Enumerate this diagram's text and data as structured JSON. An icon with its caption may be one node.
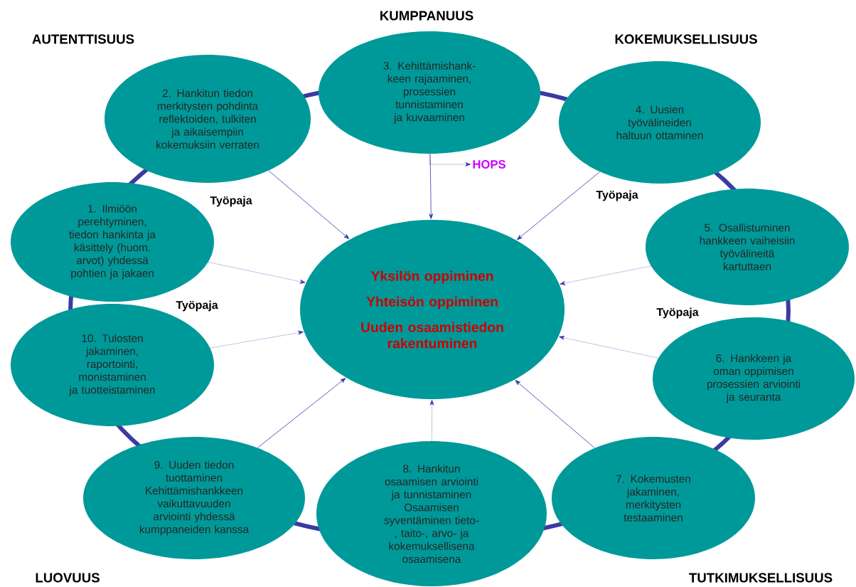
{
  "diagram": {
    "nodes": [
      {
        "text": [
          "1. Ilmiöön perehtyminen, tiedon hankinta ja käsittely (huom. arvot) yhdessä pohtien ja jakaen"
        ]
      },
      {
        "text": [
          "2. Hankitun tiedon merkitysten pohdinta reflektoiden, tulkiten ja aikaisempiin kokemuksiin verraten"
        ]
      },
      {
        "text": [
          "3. Kehittämishank- keen rajaaminen, prosessien tunnistaminen ja kuvaaminen"
        ]
      },
      {
        "text": [
          "4. Uusien työvälineiden haltuun ottaminen"
        ]
      },
      {
        "text": [
          "5. Osallistuminen hankkeen vaiheisiin työvälineitä kartuttaen"
        ]
      },
      {
        "text": [
          "6. Hankkeen ja oman oppimisen prosessien arviointi ja seuranta"
        ]
      },
      {
        "text": [
          "7. Kokemusten jakaminen, merkitysten testaaminen"
        ]
      },
      {
        "text": [
          "8. Hankitun osaamisen arviointi ja tunnistaminen Osaamisen syventäminen tieto-, taito-, arvo- ja kokemuksellisena osaamisena"
        ]
      },
      {
        "text": [
          "9. Uuden tiedon tuottaminen Kehittämishankkeen vaikuttavuuden arviointi yhdessä kumppaneiden kanssa"
        ]
      },
      {
        "text": [
          "10. Tulosten jakaminen, raportointi, monistaminen ja tuotteistaminen"
        ]
      },
      {
        "text": [
          "Yksilön oppiminen",
          "Yhteisön oppiminen",
          "Uuden osaamistiedon rakentuminen"
        ]
      },
      {
        "text": [
          "HOPS"
        ]
      }
    ],
    "edges": [
      {
        "from": 0,
        "to": 10,
        "arrow": "to",
        "style": "dashed"
      },
      {
        "from": 1,
        "to": 10,
        "arrow": "to"
      },
      {
        "from": 2,
        "to": 10,
        "arrow": "to"
      },
      {
        "from": 2,
        "to": 11,
        "arrow": "to",
        "style": "dashed"
      },
      {
        "from": 3,
        "to": 10,
        "arrow": "to"
      },
      {
        "from": 4,
        "to": 10,
        "arrow": "to",
        "style": "dashed"
      },
      {
        "from": 5,
        "to": 10,
        "arrow": "to",
        "style": "dashed"
      },
      {
        "from": 6,
        "to": 10,
        "arrow": "to"
      },
      {
        "from": 7,
        "to": 10,
        "arrow": "to",
        "style": "dashed"
      },
      {
        "from": 8,
        "to": 10,
        "arrow": "to"
      },
      {
        "from": 9,
        "to": 10,
        "arrow": "to",
        "style": "dashed"
      }
    ],
    "labels": [
      "KUMPPANUUS",
      "AUTENTTISUUS",
      "KOKEMUKSELLISUUS",
      "Työpaja",
      "Työpaja",
      "Työpaja",
      "Työpaja",
      "LUOVUUS",
      "TUTKIMUKSELLISUUS"
    ]
  }
}
